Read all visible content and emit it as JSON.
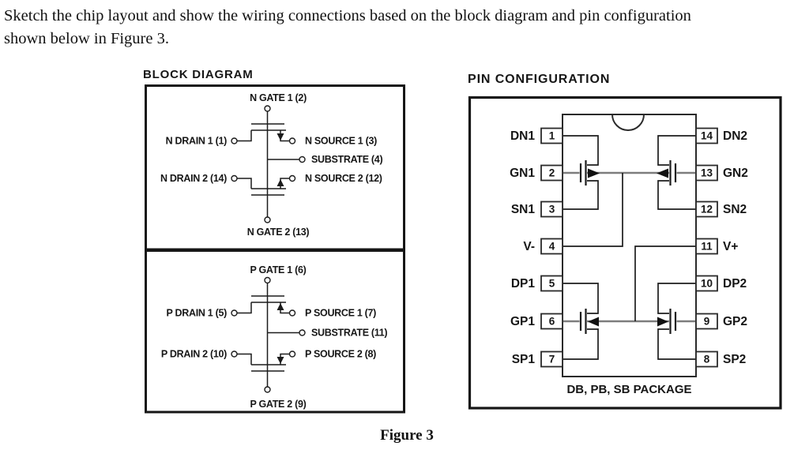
{
  "instruction": {
    "lines": [
      "Sketch the chip layout and show the wiring connections based on the block diagram and pin configuration",
      "shown below in Figure 3."
    ]
  },
  "figure": {
    "caption": "Figure 3"
  },
  "block_diagram": {
    "title": "BLOCK DIAGRAM",
    "n_mosfet": {
      "gate1": "N GATE 1 (2)",
      "drain1": "N DRAIN 1 (1)",
      "source1": "N SOURCE 1 (3)",
      "substrate": "SUBSTRATE (4)",
      "drain2": "N DRAIN 2 (14)",
      "source2": "N SOURCE 2 (12)",
      "gate2": "N GATE 2 (13)"
    },
    "p_mosfet": {
      "gate1": "P GATE 1 (6)",
      "drain1": "P DRAIN 1 (5)",
      "source1": "P SOURCE 1 (7)",
      "substrate": "SUBSTRATE (11)",
      "drain2": "P DRAIN 2 (10)",
      "source2": "P SOURCE 2 (8)",
      "gate2": "P GATE 2 (9)"
    }
  },
  "pin_configuration": {
    "title": "PIN CONFIGURATION",
    "package_label": "DB, PB, SB PACKAGE",
    "left_pins": [
      {
        "number": "1",
        "label": "DN1"
      },
      {
        "number": "2",
        "label": "GN1"
      },
      {
        "number": "3",
        "label": "SN1"
      },
      {
        "number": "4",
        "label": "V-"
      },
      {
        "number": "5",
        "label": "DP1"
      },
      {
        "number": "6",
        "label": "GP1"
      },
      {
        "number": "7",
        "label": "SP1"
      }
    ],
    "right_pins": [
      {
        "number": "14",
        "label": "DN2"
      },
      {
        "number": "13",
        "label": "GN2"
      },
      {
        "number": "12",
        "label": "SN2"
      },
      {
        "number": "11",
        "label": "V+"
      },
      {
        "number": "10",
        "label": "DP2"
      },
      {
        "number": "9",
        "label": "GP2"
      },
      {
        "number": "8",
        "label": "SP2"
      }
    ]
  },
  "colors": {
    "ink": "#1c1c1c",
    "gate_line_gray": "#7d7d7d"
  }
}
